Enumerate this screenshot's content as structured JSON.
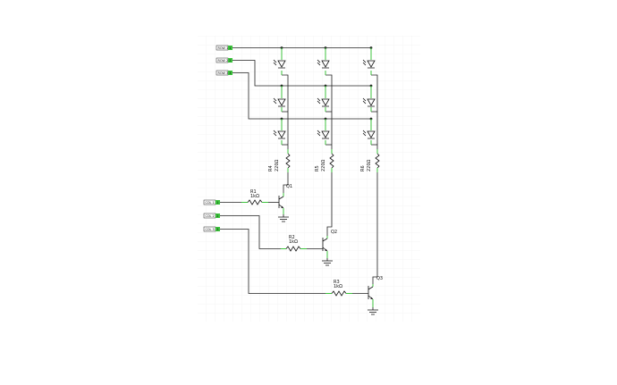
{
  "colors": {
    "wire": "#222222",
    "pin": "#3cc33c",
    "grid": "#eeeeee",
    "part": "#111111"
  },
  "ports": {
    "rows": [
      "ROW 1",
      "ROW 2",
      "ROW 3"
    ],
    "cols": [
      "COL 1",
      "COL 2",
      "COL 3"
    ],
    "row_pins": [
      "1",
      "2",
      "3"
    ],
    "col_pins": [
      "1",
      "2",
      "3"
    ]
  },
  "resistors": {
    "collector": [
      {
        "name": "R4",
        "value": "220Ω"
      },
      {
        "name": "R5",
        "value": "220Ω"
      },
      {
        "name": "R6",
        "value": "220Ω"
      }
    ],
    "base": [
      {
        "name": "R1",
        "value": "1kΩ"
      },
      {
        "name": "R2",
        "value": "1kΩ"
      },
      {
        "name": "R3",
        "value": "1kΩ"
      }
    ]
  },
  "transistors": [
    "Q1",
    "Q2",
    "Q3"
  ],
  "icons": {
    "led": "led-icon",
    "ground": "ground-icon",
    "resistor": "resistor-icon",
    "transistor": "npn-transistor-icon"
  }
}
